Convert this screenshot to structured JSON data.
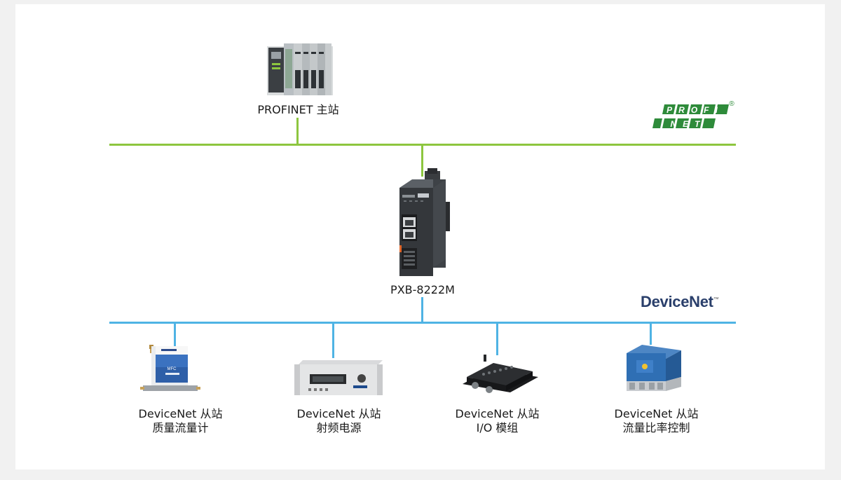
{
  "master": {
    "label": "PROFINET 主站"
  },
  "gateway": {
    "label": "PXB-8222M"
  },
  "logos": {
    "profinet_row1": "PROFI",
    "profinet_row2": "NET",
    "profinet_reg": "®",
    "devicenet": "DeviceNet",
    "devicenet_tm": "™"
  },
  "slaves": [
    {
      "line1": "DeviceNet 从站",
      "line2": "质量流量计"
    },
    {
      "line1": "DeviceNet 从站",
      "line2": "射频电源"
    },
    {
      "line1": "DeviceNet 从站",
      "line2": "I/O 模组"
    },
    {
      "line1": "DeviceNet 从站",
      "line2": "流量比率控制"
    }
  ],
  "colors": {
    "profinet_bus": "#8dc63f",
    "devicenet_bus": "#4fb3e4",
    "profinet_logo": "#2e8b3a",
    "devicenet_logo": "#2a3f6b"
  }
}
